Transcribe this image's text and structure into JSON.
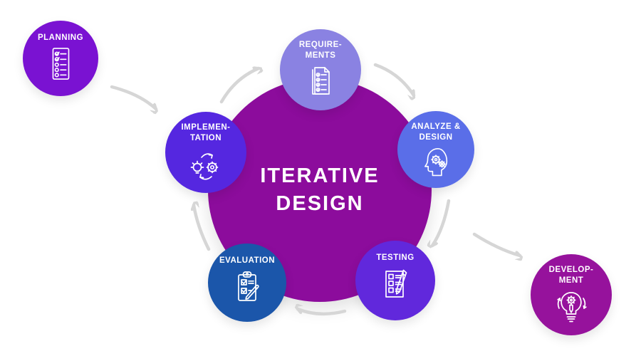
{
  "diagram": {
    "type": "cycle-diagram",
    "background": "#ffffff",
    "arrow_color": "#d6d6d6"
  },
  "center": {
    "title": "ITERATIVE\nDESIGN",
    "color": "#8c0c9c",
    "text_color": "#ffffff"
  },
  "nodes": [
    {
      "id": "planning",
      "label": "PLANNING",
      "color": "#7a12d2",
      "icon": "checklist-icon"
    },
    {
      "id": "requirements",
      "label": "REQUIRE-\nMENTS",
      "color": "#8a82e2",
      "icon": "document-checklist-icon"
    },
    {
      "id": "analyze-design",
      "label": "ANALYZE &\nDESIGN",
      "color": "#5a6ee8",
      "icon": "head-gears-icon"
    },
    {
      "id": "implementation",
      "label": "IMPLEMEN-\nTATION",
      "color": "#5527e0",
      "icon": "bulb-gear-cycle-icon"
    },
    {
      "id": "evaluation",
      "label": "EVALUATION",
      "color": "#1b56aa",
      "icon": "clipboard-check-pencil-icon"
    },
    {
      "id": "testing",
      "label": "TESTING",
      "color": "#6128dc",
      "icon": "checklist-pen-icon"
    },
    {
      "id": "development",
      "label": "DEVELOP-\nMENT",
      "color": "#96129c",
      "icon": "bulb-gear-arrows-icon"
    }
  ],
  "connections": [
    {
      "from": "planning",
      "to": "implementation"
    },
    {
      "from": "implementation",
      "to": "requirements"
    },
    {
      "from": "requirements",
      "to": "analyze-design"
    },
    {
      "from": "analyze-design",
      "to": "testing"
    },
    {
      "from": "cycle",
      "to": "development"
    },
    {
      "from": "testing",
      "to": "evaluation"
    },
    {
      "from": "evaluation",
      "to": "implementation"
    }
  ]
}
